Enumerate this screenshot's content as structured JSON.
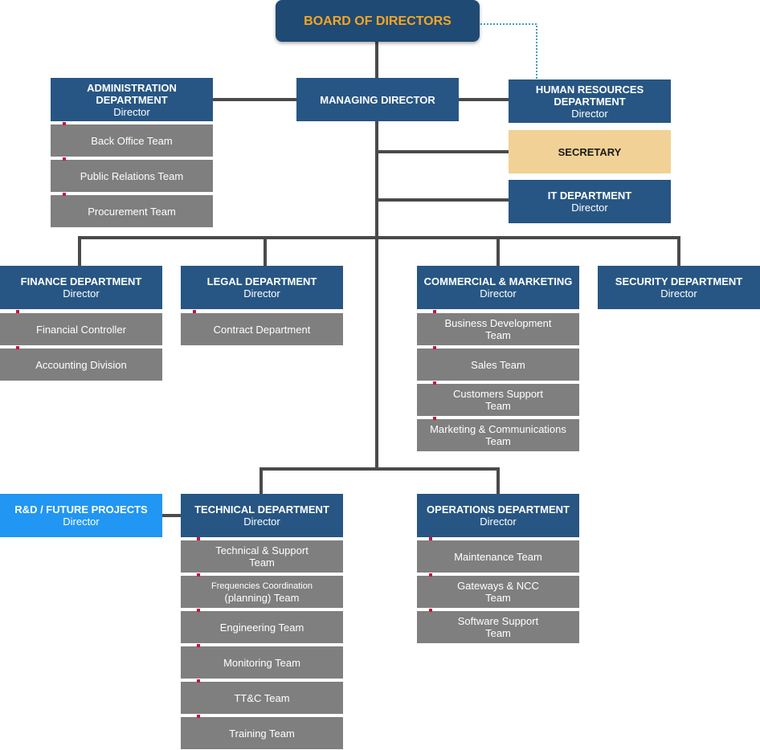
{
  "board": {
    "label": "BOARD OF DIRECTORS"
  },
  "managing": {
    "label": "MANAGING DIRECTOR"
  },
  "admin": {
    "title_line1": "ADMINISTRATION",
    "title_line2": "DEPARTMENT",
    "role": "Director",
    "teams": [
      "Back Office Team",
      "Public Relations Team",
      "Procurement Team"
    ]
  },
  "hr": {
    "title_line1": "HUMAN RESOURCES",
    "title_line2": "DEPARTMENT",
    "role": "Director"
  },
  "secretary": {
    "label": "SECRETARY"
  },
  "it": {
    "title": "IT DEPARTMENT",
    "role": "Director"
  },
  "finance": {
    "title": "FINANCE DEPARTMENT",
    "role": "Director",
    "teams": [
      "Financial Controller",
      "Accounting Division"
    ]
  },
  "legal": {
    "title": "LEGAL DEPARTMENT",
    "role": "Director",
    "teams": [
      "Contract Department"
    ]
  },
  "commercial": {
    "title": "COMMERCIAL & MARKETING",
    "role": "Director",
    "teams": [
      [
        "Business Development",
        "Team"
      ],
      [
        "Sales Team"
      ],
      [
        "Customers Support",
        "Team"
      ],
      [
        "Marketing & Communications",
        "Team"
      ]
    ]
  },
  "security": {
    "title": "SECURITY DEPARTMENT",
    "role": "Director"
  },
  "rd": {
    "title": "R&D / FUTURE PROJECTS",
    "role": "Director"
  },
  "technical": {
    "title": "TECHNICAL DEPARTMENT",
    "role": "Director",
    "teams": [
      [
        "Technical & Support",
        "Team"
      ],
      [
        "Frequencies Coordination",
        "(planning) Team"
      ],
      [
        "Engineering Team"
      ],
      [
        "Monitoring Team"
      ],
      [
        "TT&C Team"
      ],
      [
        "Training Team"
      ]
    ]
  },
  "operations": {
    "title": "OPERATIONS DEPARTMENT",
    "role": "Director",
    "teams": [
      [
        "Maintenance Team"
      ],
      [
        "Gateways & NCC",
        "Team"
      ],
      [
        "Software Support",
        "Team"
      ]
    ]
  },
  "colors": {
    "dept_blue": "#275684",
    "team_gray": "#7f7f7f",
    "secretary": "#f1d195",
    "rd_blue": "#2196f3",
    "board_text": "#f5a623",
    "connector": "#4a4a4a",
    "marker": "#c6153d"
  }
}
